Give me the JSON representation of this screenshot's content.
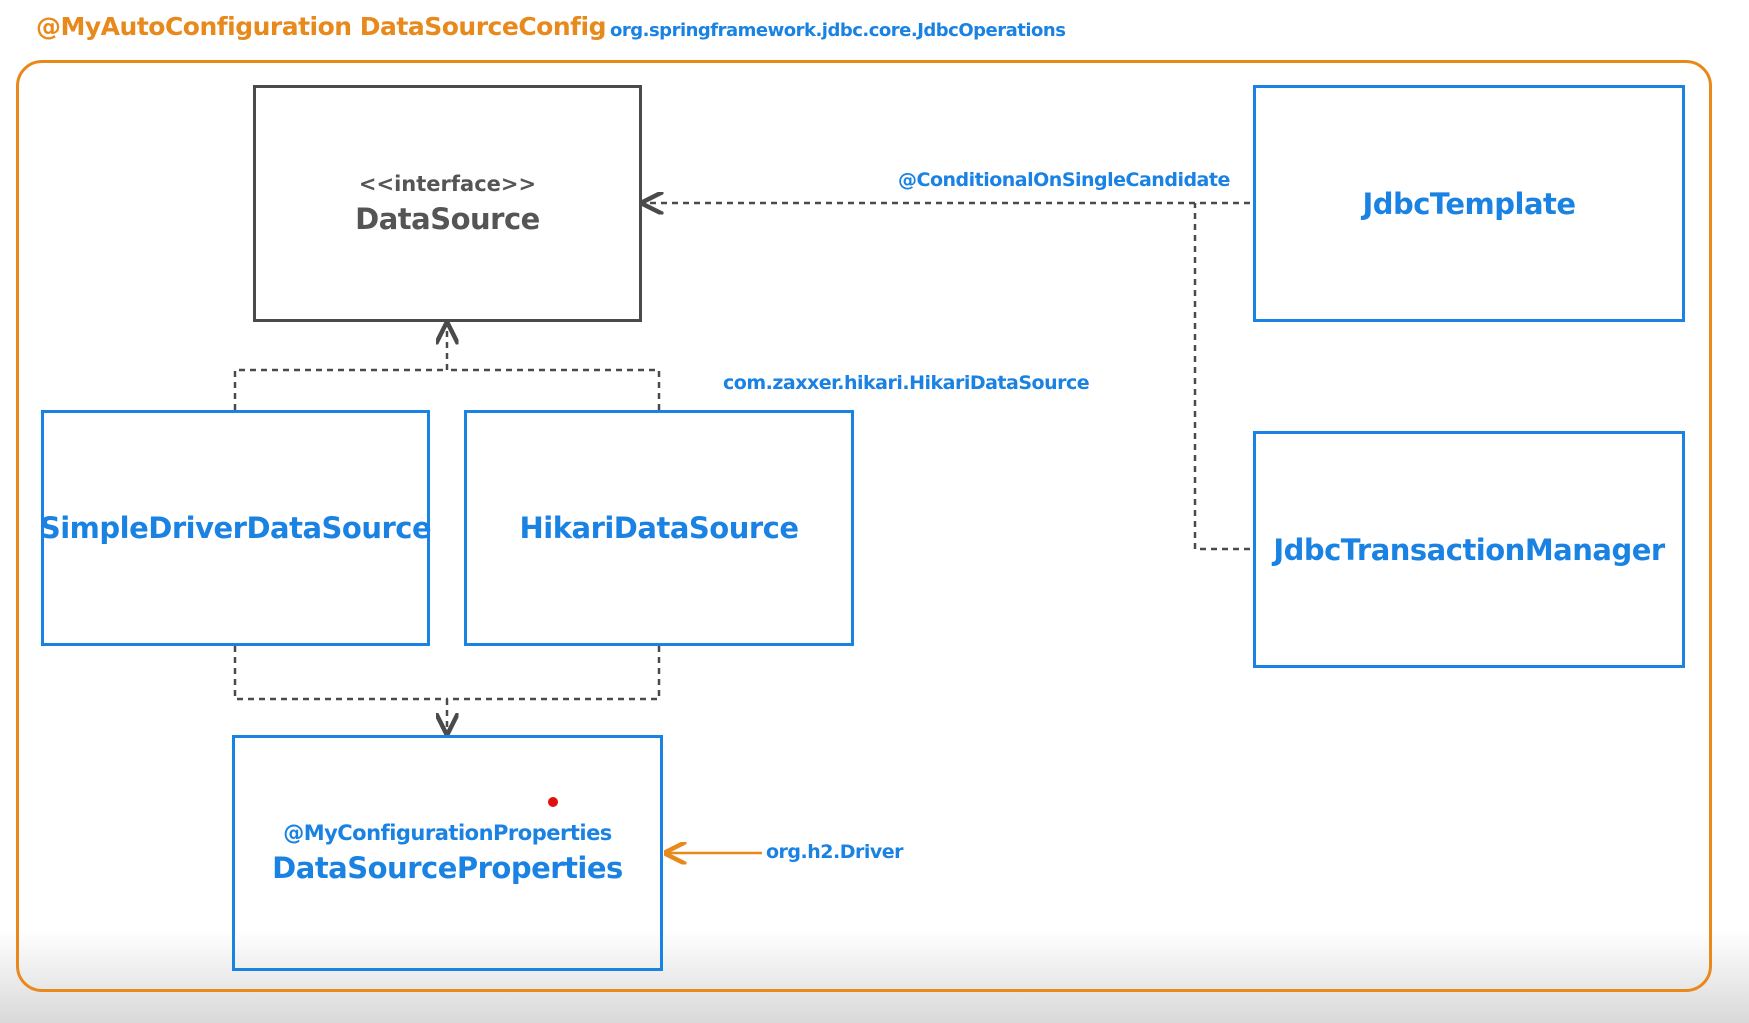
{
  "header": {
    "title": "@MyAutoConfiguration DataSourceConfig",
    "package": "org.springframework.jdbc.core.JdbcOperations"
  },
  "nodes": {
    "datasource": {
      "stereotype": "<<interface>>",
      "name": "DataSource"
    },
    "jdbc_template": {
      "name": "JdbcTemplate"
    },
    "jdbc_tx_manager": {
      "name": "JdbcTransactionManager"
    },
    "simple_driver": {
      "name": "SimpleDriverDataSource"
    },
    "hikari": {
      "name": "HikariDataSource"
    },
    "properties": {
      "annotation": "@MyConfigurationProperties",
      "name": "DataSourceProperties"
    }
  },
  "labels": {
    "conditional": "@ConditionalOnSingleCandidate",
    "hikari_pkg": "com.zaxxer.hikari.HikariDataSource",
    "h2_driver": "org.h2.Driver"
  },
  "colors": {
    "orange": "#e8891c",
    "blue": "#1a82e2",
    "gray": "#4a4a4a",
    "marker": "#e01010"
  }
}
